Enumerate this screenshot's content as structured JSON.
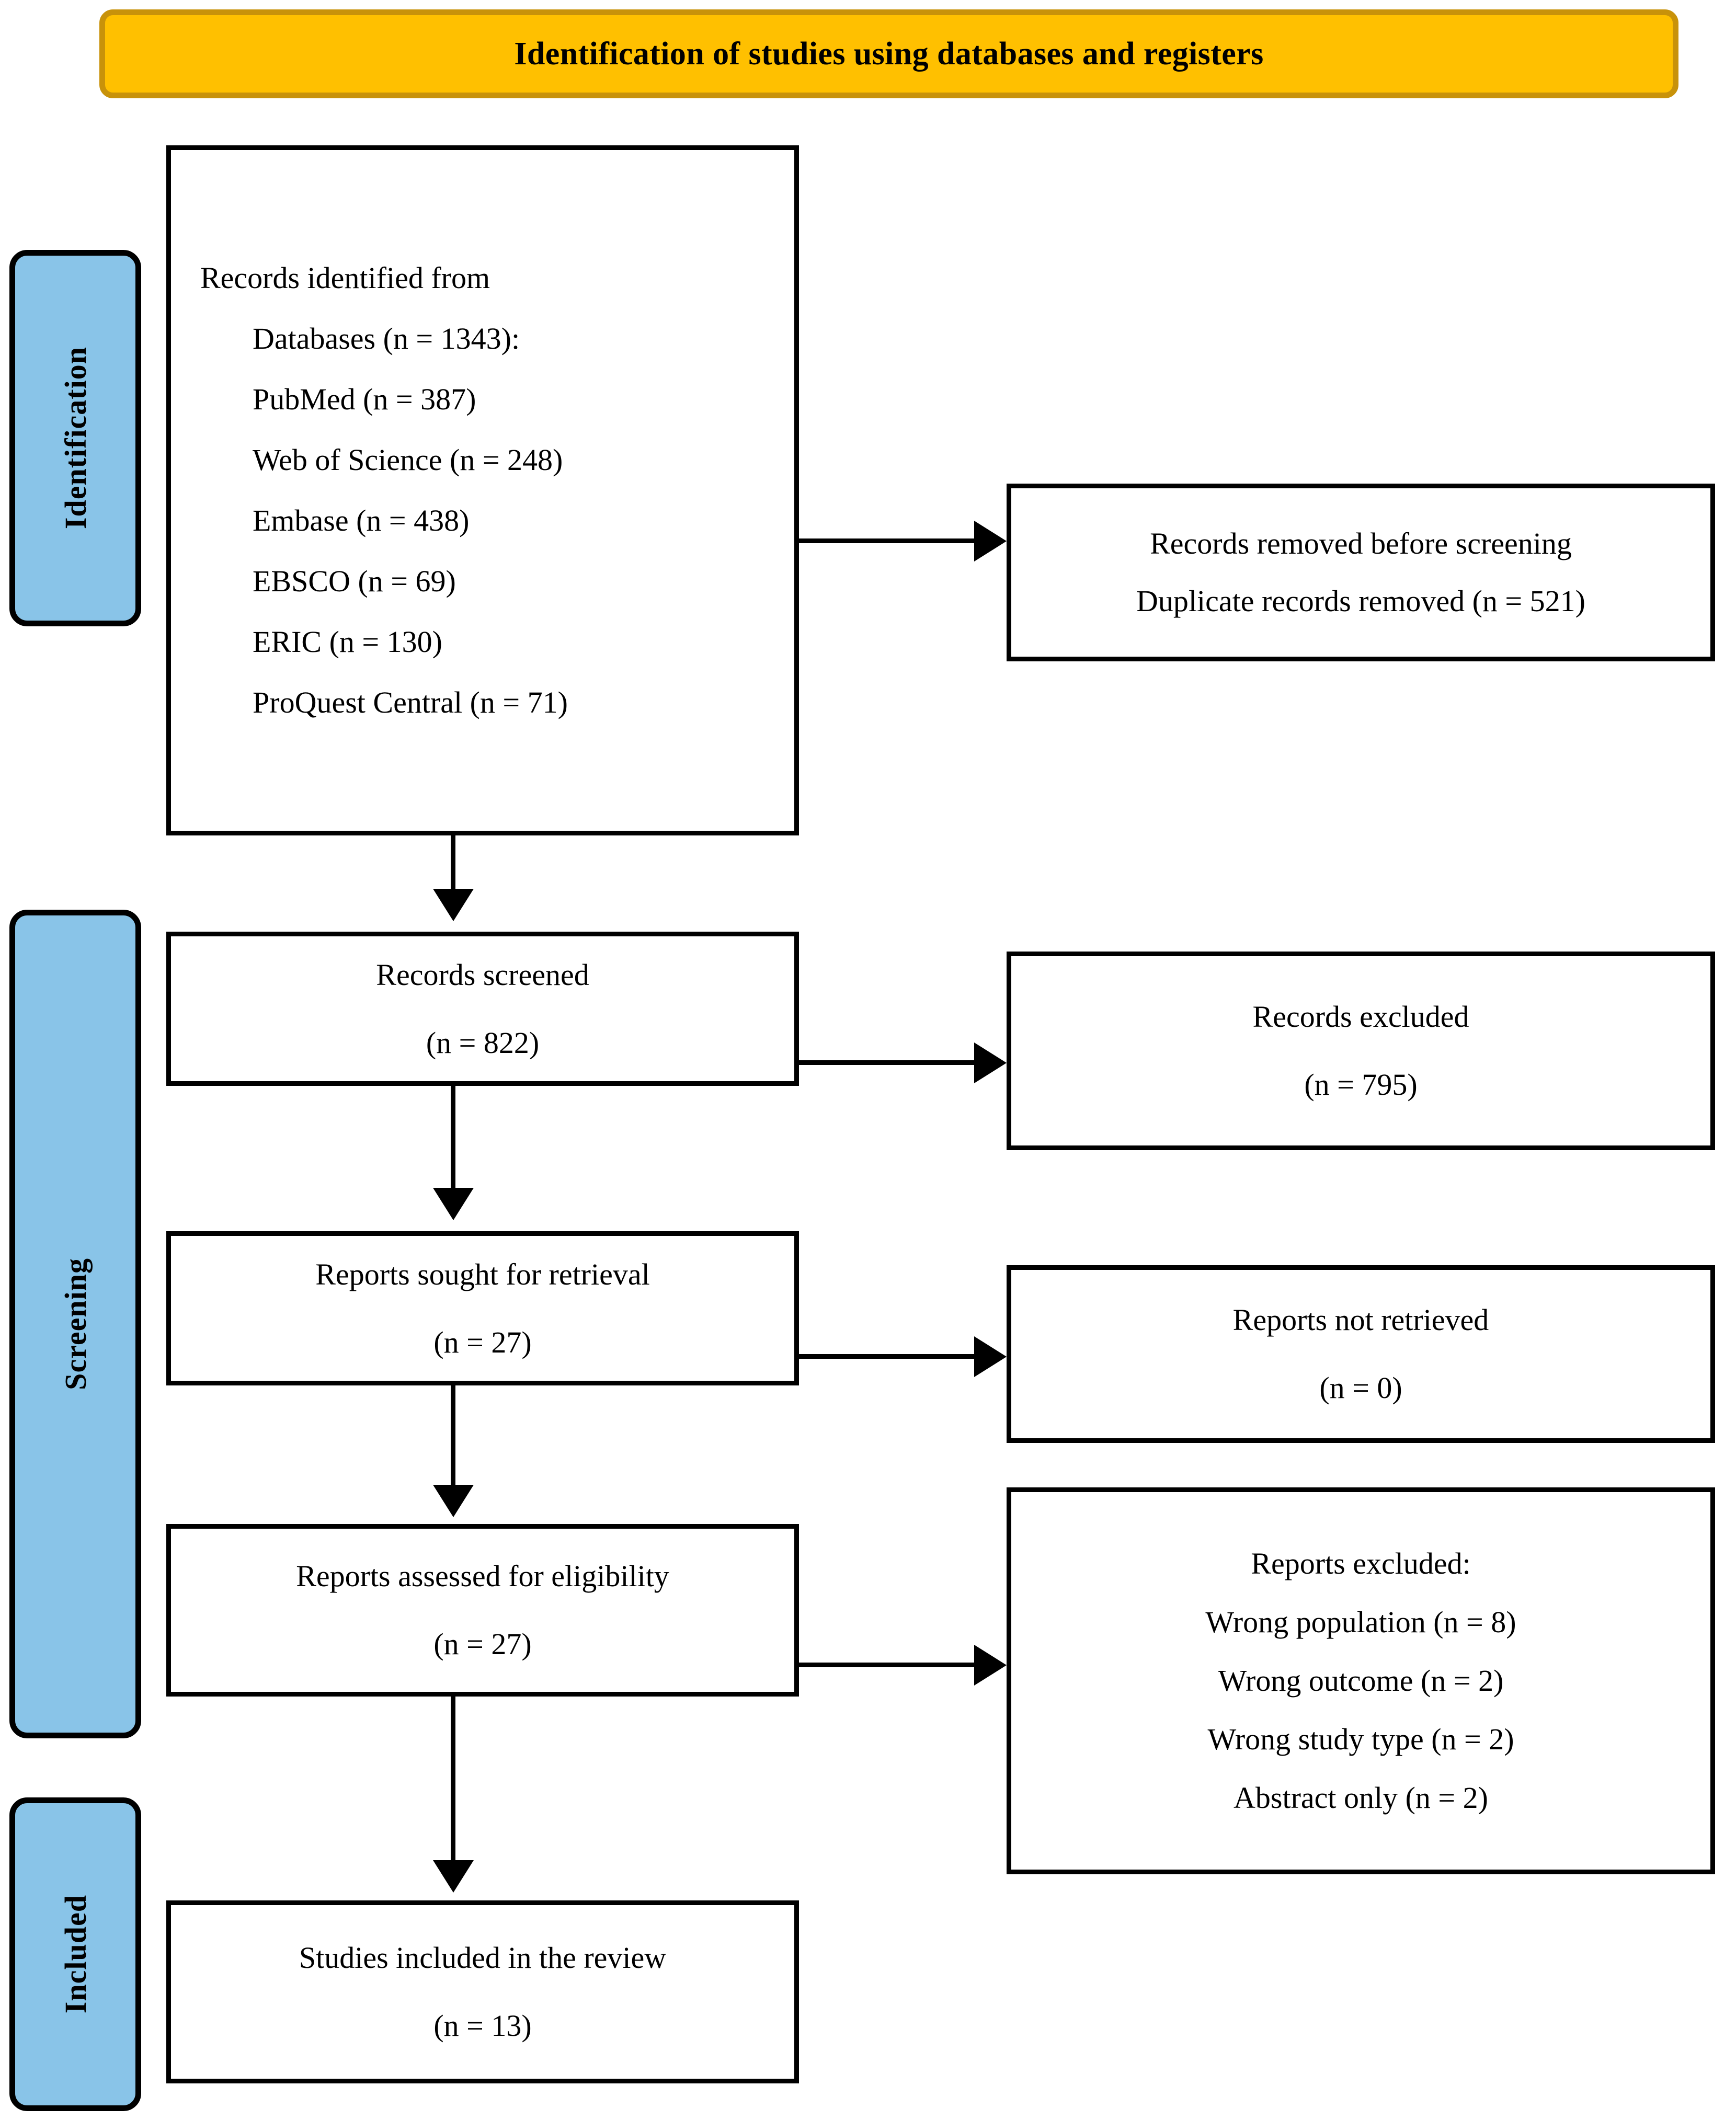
{
  "banner": {
    "title": "Identification of studies using databases and registers"
  },
  "stages": [
    {
      "key": "identification",
      "label": "Identification"
    },
    {
      "key": "screening",
      "label": "Screening"
    },
    {
      "key": "included",
      "label": "Included"
    }
  ],
  "boxes": {
    "records_identified": {
      "heading": "Records identified from",
      "items": [
        "Databases (n = 1343):",
        "PubMed (n = 387)",
        "Web of Science (n = 248)",
        "Embase (n = 438)",
        "EBSCO (n = 69)",
        "ERIC (n = 130)",
        "ProQuest Central (n = 71)"
      ]
    },
    "records_removed": {
      "line1_prefix": "Records removed ",
      "line1_italic": "before screening",
      "line2": "Duplicate records removed (n = 521)"
    },
    "records_screened": {
      "label": "Records screened",
      "count": "(n = 822)"
    },
    "records_excluded": {
      "label": "Records excluded",
      "count": "(n = 795)"
    },
    "reports_sought": {
      "label": "Reports sought for retrieval",
      "count": "(n = 27)"
    },
    "reports_not_retrieved": {
      "label": "Reports not retrieved",
      "count": "(n = 0)"
    },
    "reports_assessed": {
      "label": "Reports assessed for eligibility",
      "count": "(n = 27)"
    },
    "reports_excluded": {
      "heading": "Reports excluded:",
      "items": [
        "Wrong population (n = 8)",
        "Wrong outcome (n = 2)",
        "Wrong study type (n = 2)",
        "Abstract only (n = 2)"
      ]
    },
    "studies_included": {
      "label": "Studies included in the review",
      "count": "(n = 13)"
    }
  },
  "colors": {
    "banner_fill": "#FFC000",
    "banner_border": "#C8920A",
    "stage_fill": "#89C4E8",
    "line": "#000000",
    "box_fill": "#FFFFFF"
  }
}
